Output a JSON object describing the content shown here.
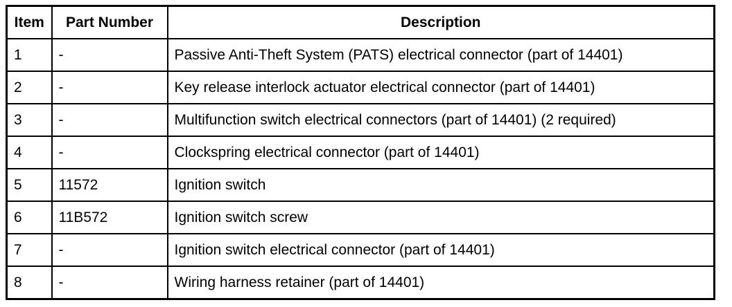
{
  "table": {
    "columns": [
      {
        "key": "item",
        "label": "Item"
      },
      {
        "key": "part_number",
        "label": "Part Number"
      },
      {
        "key": "description",
        "label": "Description"
      }
    ],
    "rows": [
      {
        "item": "1",
        "part_number": "-",
        "description": "Passive Anti-Theft System (PATS) electrical connector (part of 14401)"
      },
      {
        "item": "2",
        "part_number": "-",
        "description": "Key release interlock actuator electrical connector (part of 14401)"
      },
      {
        "item": "3",
        "part_number": "-",
        "description": "Multifunction switch electrical connectors (part of 14401) (2 required)"
      },
      {
        "item": "4",
        "part_number": "-",
        "description": "Clockspring electrical connector (part of 14401)"
      },
      {
        "item": "5",
        "part_number": "11572",
        "description": "Ignition switch"
      },
      {
        "item": "6",
        "part_number": "11B572",
        "description": "Ignition switch screw"
      },
      {
        "item": "7",
        "part_number": "-",
        "description": "Ignition switch electrical connector (part of 14401)"
      },
      {
        "item": "8",
        "part_number": "-",
        "description": "Wiring harness retainer (part of 14401)"
      }
    ]
  },
  "colors": {
    "border": "#000000",
    "text": "#000000",
    "background": "#ffffff"
  }
}
